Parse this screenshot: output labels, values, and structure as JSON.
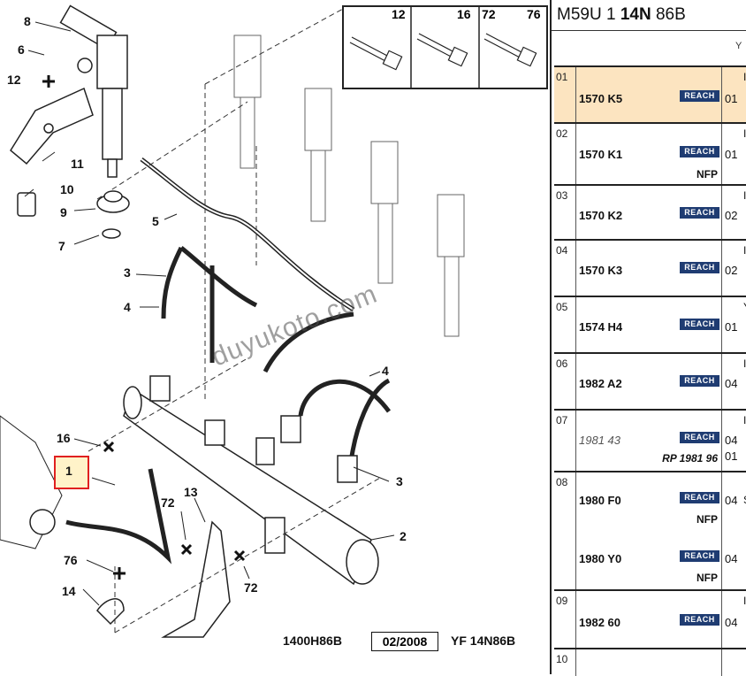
{
  "diagram": {
    "callouts": [
      "8",
      "6",
      "12",
      "11",
      "10",
      "9",
      "7",
      "5",
      "3",
      "4",
      "16",
      "1",
      "72",
      "13",
      "76",
      "14",
      "4",
      "3",
      "2",
      "72"
    ],
    "inset_headers": [
      "12",
      "16",
      "72",
      "76"
    ],
    "footer": {
      "code": "1400H86B",
      "date": "02/2008",
      "ref": "YF 14N86B"
    },
    "watermark": "duyukoto.com",
    "highlight_color": "#e02020"
  },
  "panel": {
    "title_prefix": "M59U 1 ",
    "title_bold": "14N",
    "title_suffix": " 86B",
    "header_mark": "Y",
    "rows": [
      {
        "index": "01",
        "ref": "1570 K5",
        "badge": "REACH",
        "qty": "01",
        "edge": "I"
      },
      {
        "index": "02",
        "ref": "1570 K1",
        "badge": "REACH",
        "qty": "01",
        "note": "NFP",
        "edge": "I"
      },
      {
        "index": "03",
        "ref": "1570 K2",
        "badge": "REACH",
        "qty": "02",
        "edge": "I"
      },
      {
        "index": "04",
        "ref": "1570 K3",
        "badge": "REACH",
        "qty": "02",
        "edge": "I"
      },
      {
        "index": "05",
        "ref": "1574 H4",
        "badge": "REACH",
        "qty": "01",
        "edge": "Y"
      },
      {
        "index": "06",
        "ref": "1982 A2",
        "badge": "REACH",
        "qty": "04",
        "edge": "I"
      },
      {
        "index": "07",
        "ref": "1981 43",
        "badge": "REACH",
        "qty": "04",
        "qty2": "01",
        "note": "RP 1981 96",
        "edge": "I"
      },
      {
        "index": "08",
        "ref": "1980 F0",
        "badge": "REACH",
        "qty": "04",
        "note": "NFP",
        "ref2": "1980 Y0",
        "badge2": "REACH",
        "qty3": "04",
        "note2": "NFP",
        "edge": "S"
      },
      {
        "index": "09",
        "ref": "1982 60",
        "badge": "REACH",
        "qty": "04",
        "edge": "I"
      },
      {
        "index": "10"
      }
    ]
  }
}
